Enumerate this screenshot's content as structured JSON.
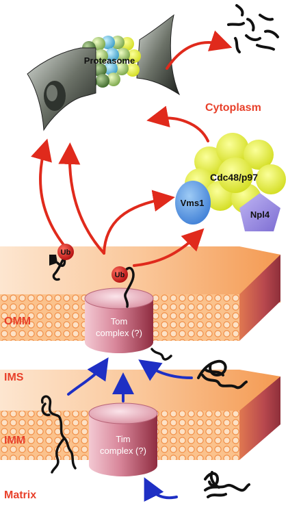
{
  "labels": {
    "cytoplasm": "Cytoplasm",
    "omm": "OMM",
    "ims": "IMS",
    "imm": "IMM",
    "matrix": "Matrix",
    "proteasome": "Proteasome",
    "cdc48": "Cdc48/p97",
    "vms1": "Vms1",
    "npl4": "Npl4",
    "ub_left": "Ub",
    "ub_center": "Ub",
    "tom_line1": "Tom",
    "tom_line2": "complex (?)",
    "tim_line1": "Tim",
    "tim_line2": "complex (?)"
  },
  "colors": {
    "compartment_label": "#e8402a",
    "degradation_arrow": "#e02a1c",
    "import_arrow": "#1e2fc4",
    "membrane": "#f6a85c",
    "membrane_side": "#b8484e",
    "cdc48": "#e4f03c",
    "vms1": "#5aa0e6",
    "npl4": "#9b8ee0",
    "ubiquitin": "#d81c1c",
    "translocase": "#c04a62"
  }
}
